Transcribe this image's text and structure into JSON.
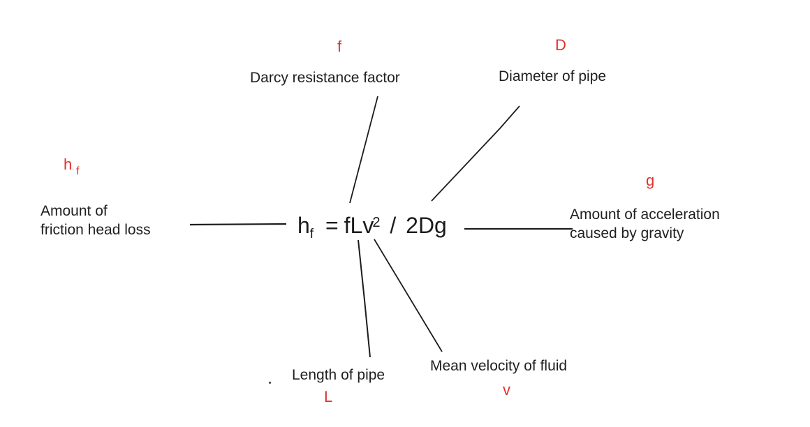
{
  "colors": {
    "background": "#ffffff",
    "symbol_red": "#e0312d",
    "text_black": "#1f1f1f",
    "line_black": "#1c1c1c"
  },
  "formula": {
    "lhs_base": "h",
    "lhs_sub": "f",
    "equals": "=",
    "term": "fLv",
    "exponent": "2",
    "slash": "/",
    "denominator": "2Dg"
  },
  "annotations": {
    "friction_factor": {
      "symbol": "f",
      "label": "Darcy resistance factor"
    },
    "diameter": {
      "symbol": "D",
      "label": "Diameter of pipe"
    },
    "head_loss": {
      "symbol_base": "h",
      "symbol_dot": ".",
      "symbol_sub": "f",
      "label": "Amount of\nfriction head loss"
    },
    "gravity": {
      "symbol": "g",
      "label": "Amount of acceleration\ncaused by gravity"
    },
    "length": {
      "symbol": "L",
      "label": "Length of pipe"
    },
    "velocity": {
      "symbol": "v",
      "label": "Mean velocity of fluid"
    }
  }
}
